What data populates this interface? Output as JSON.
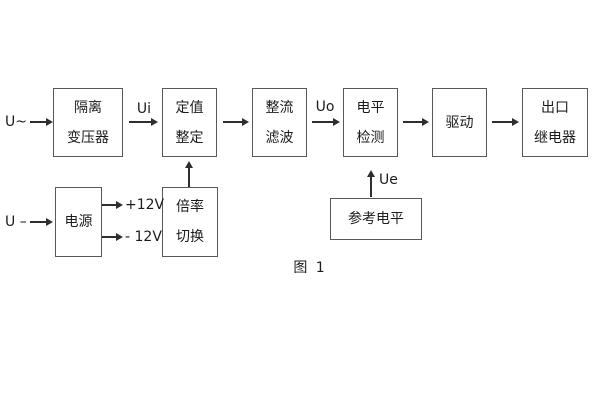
{
  "diagram": {
    "caption": "图 1",
    "inputs": {
      "ac_label": "U~",
      "dc_label": "U –"
    },
    "signal_labels": {
      "ui": "Ui",
      "uo": "Uo",
      "ue": "Ue"
    },
    "power_labels": {
      "plus": "+12V",
      "minus": "- 12V"
    },
    "blocks": [
      {
        "name": "isolation-transformer",
        "lines": [
          "隔离",
          "变压器"
        ]
      },
      {
        "name": "value-setting",
        "lines": [
          "定值",
          "整定"
        ]
      },
      {
        "name": "rectifier-filter",
        "lines": [
          "整流",
          "滤波"
        ]
      },
      {
        "name": "level-detection",
        "lines": [
          "电平",
          "检测"
        ]
      },
      {
        "name": "driver",
        "lines": [
          "驱动"
        ]
      },
      {
        "name": "output-relay",
        "lines": [
          "出口",
          "继电器"
        ]
      },
      {
        "name": "power-supply",
        "lines": [
          "电源"
        ]
      },
      {
        "name": "ratio-switching",
        "lines": [
          "倍率",
          "切换"
        ]
      },
      {
        "name": "reference-level",
        "lines": [
          "参考电平"
        ]
      }
    ],
    "colors": {
      "line": "#2e2e2e",
      "border": "#585858",
      "text": "#1c1c1c",
      "background": "#ffffff"
    }
  }
}
